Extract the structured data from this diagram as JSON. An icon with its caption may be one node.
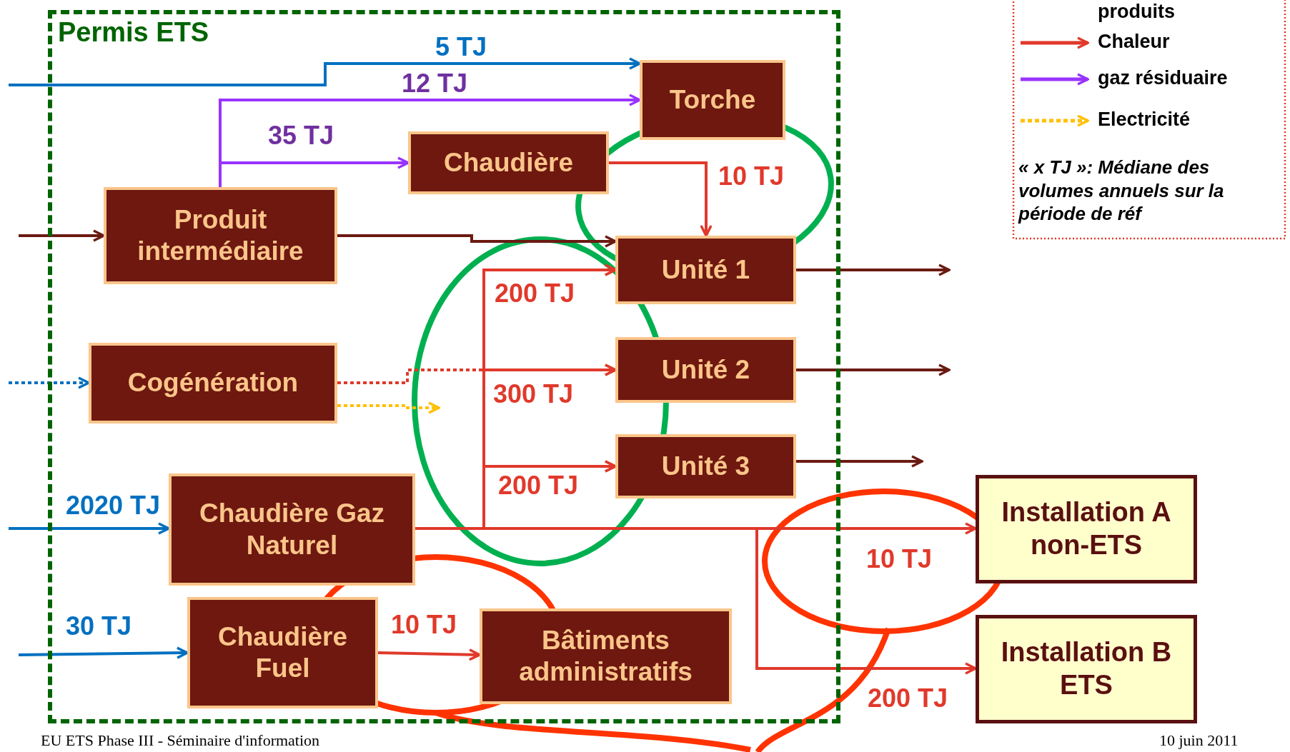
{
  "diagram": {
    "nodes": [
      {
        "text": [
          "Permis ETS"
        ]
      },
      {
        "text": [
          "Torche"
        ],
        "in": 0
      },
      {
        "text": [
          "Chaudière"
        ],
        "in": 0
      },
      {
        "text": [
          "Produit intermédiaire"
        ],
        "in": 0
      },
      {
        "text": [
          "Unité 1"
        ],
        "in": 0
      },
      {
        "text": [
          "Cogénération"
        ],
        "in": 0
      },
      {
        "text": [
          "Unité 2"
        ],
        "in": 0
      },
      {
        "text": [
          "Unité 3"
        ],
        "in": 0
      },
      {
        "text": [
          "Chaudière Gaz Naturel"
        ],
        "in": 0
      },
      {
        "text": [
          "Chaudière Fuel"
        ],
        "in": 0
      },
      {
        "text": [
          "Bâtiments administratifs"
        ],
        "in": 0
      },
      {
        "text": [
          "Installation A non-ETS"
        ]
      },
      {
        "text": [
          "Installation B ETS"
        ]
      }
    ],
    "edges": [
      {
        "from": null,
        "to": 1,
        "arrow": "to",
        "label": "5 TJ",
        "color": "#0070c0"
      },
      {
        "from": 3,
        "to": 1,
        "arrow": "to",
        "label": "12 TJ",
        "color": "#9933ff"
      },
      {
        "from": 3,
        "to": 2,
        "arrow": "to",
        "label": "35 TJ",
        "color": "#9933ff"
      },
      {
        "from": null,
        "to": 3,
        "arrow": "to",
        "color": "#6b1a12"
      },
      {
        "from": 3,
        "to": 4,
        "arrow": "to",
        "color": "#6b1a12"
      },
      {
        "from": 2,
        "to": 4,
        "arrow": "to",
        "label": "10 TJ"
      },
      {
        "from": 4,
        "to": null,
        "arrow": "to",
        "color": "#6b1a12"
      },
      {
        "from": 6,
        "to": null,
        "arrow": "to",
        "color": "#6b1a12"
      },
      {
        "from": 7,
        "to": null,
        "arrow": "to",
        "color": "#6b1a12"
      },
      {
        "from": null,
        "to": 5,
        "arrow": "to",
        "style": "dashed",
        "color": "#0070c0"
      },
      {
        "from": 8,
        "to": 4,
        "arrow": "to",
        "label": "200 TJ"
      },
      {
        "from": 8,
        "to": 6,
        "arrow": "to",
        "label": "300 TJ"
      },
      {
        "from": 8,
        "to": 7,
        "arrow": "to",
        "label": "200 TJ"
      },
      {
        "from": 5,
        "to": 4,
        "arrow": "to",
        "style": "dashed"
      },
      {
        "from": 5,
        "to": 6,
        "arrow": "to",
        "style": "dashed"
      },
      {
        "from": 5,
        "to": 7,
        "arrow": "to",
        "style": "dashed"
      },
      {
        "from": 5,
        "to": null,
        "arrow": "to",
        "style": "dashed",
        "color": "#ffc000"
      },
      {
        "from": null,
        "to": 8,
        "arrow": "to",
        "label": "2020 TJ",
        "color": "#0070c0"
      },
      {
        "from": null,
        "to": 9,
        "arrow": "to",
        "label": "30 TJ",
        "color": "#0070c0"
      },
      {
        "from": 9,
        "to": 10,
        "arrow": "to",
        "label": "10 TJ"
      },
      {
        "from": 8,
        "to": 11,
        "arrow": "to",
        "label": "10 TJ"
      },
      {
        "from": 8,
        "to": 12,
        "arrow": "to",
        "label": "200 TJ"
      }
    ],
    "labels": [
      "« x TJ »: Médiane des volumes annuels sur la période de réf",
      "EU ETS Phase III - Séminaire d'information",
      "10 juin 2011"
    ],
    "legend": [
      {
        "text": "produits"
      },
      {
        "text": "Chaleur"
      },
      {
        "text": "gaz résiduaire"
      },
      {
        "text": "Electricité"
      }
    ]
  }
}
